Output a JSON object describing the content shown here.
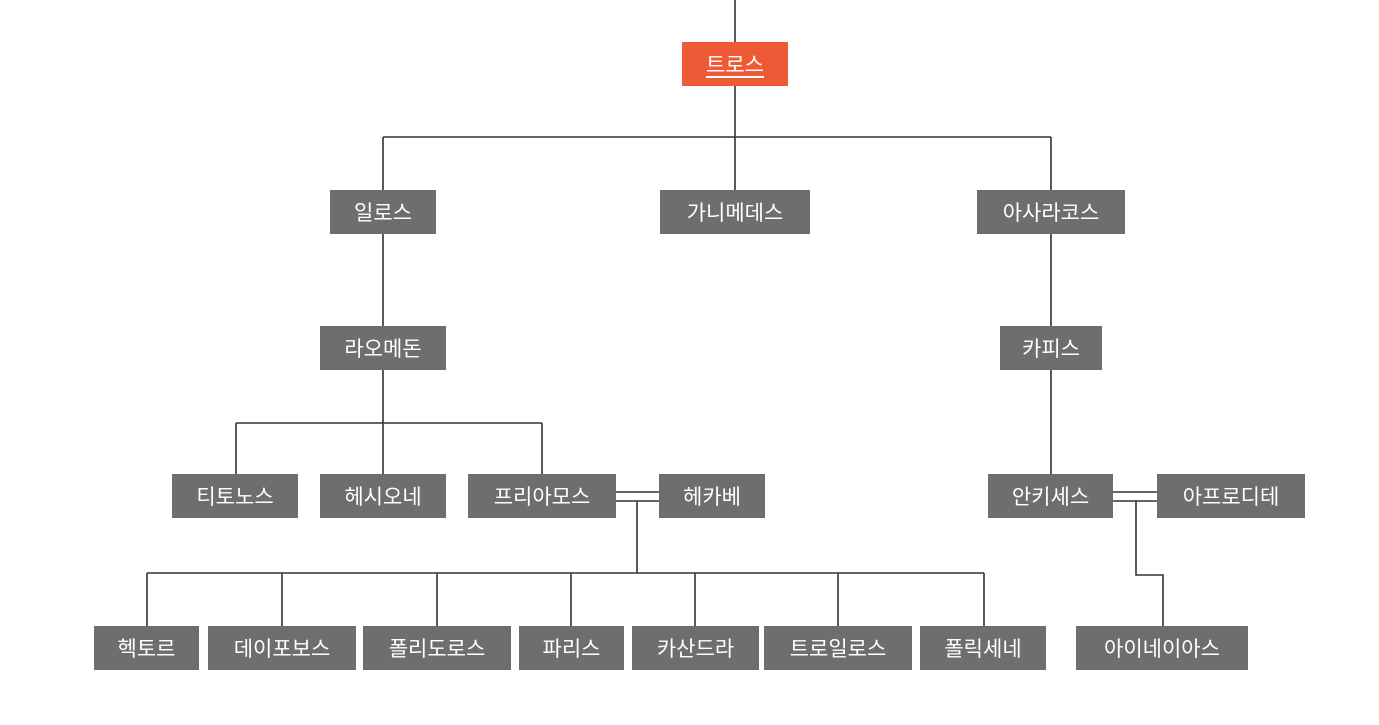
{
  "root": {
    "label": "트로스"
  },
  "gen1": {
    "ilos": "일로스",
    "ganymedes": "가니메데스",
    "assaracus": "아사라코스"
  },
  "gen2": {
    "laomedon": "라오메돈",
    "capys": "카피스"
  },
  "gen3": {
    "tithonus": "티토노스",
    "hesione": "헤시오네",
    "priam": "프리아모스",
    "hecuba": "헤카베",
    "anchises": "안키세스",
    "aphrodite": "아프로디테"
  },
  "gen4": {
    "hector": "헥토르",
    "deiphobus": "데이포보스",
    "polydorus": "폴리도로스",
    "paris": "파리스",
    "cassandra": "카산드라",
    "troilus": "트로일로스",
    "polyxena": "폴릭세네",
    "aeneas": "아이네이아스"
  },
  "colors": {
    "root": "#ee5a35",
    "node": "#6d6e70",
    "line": "#333333",
    "text": "#ffffff"
  }
}
